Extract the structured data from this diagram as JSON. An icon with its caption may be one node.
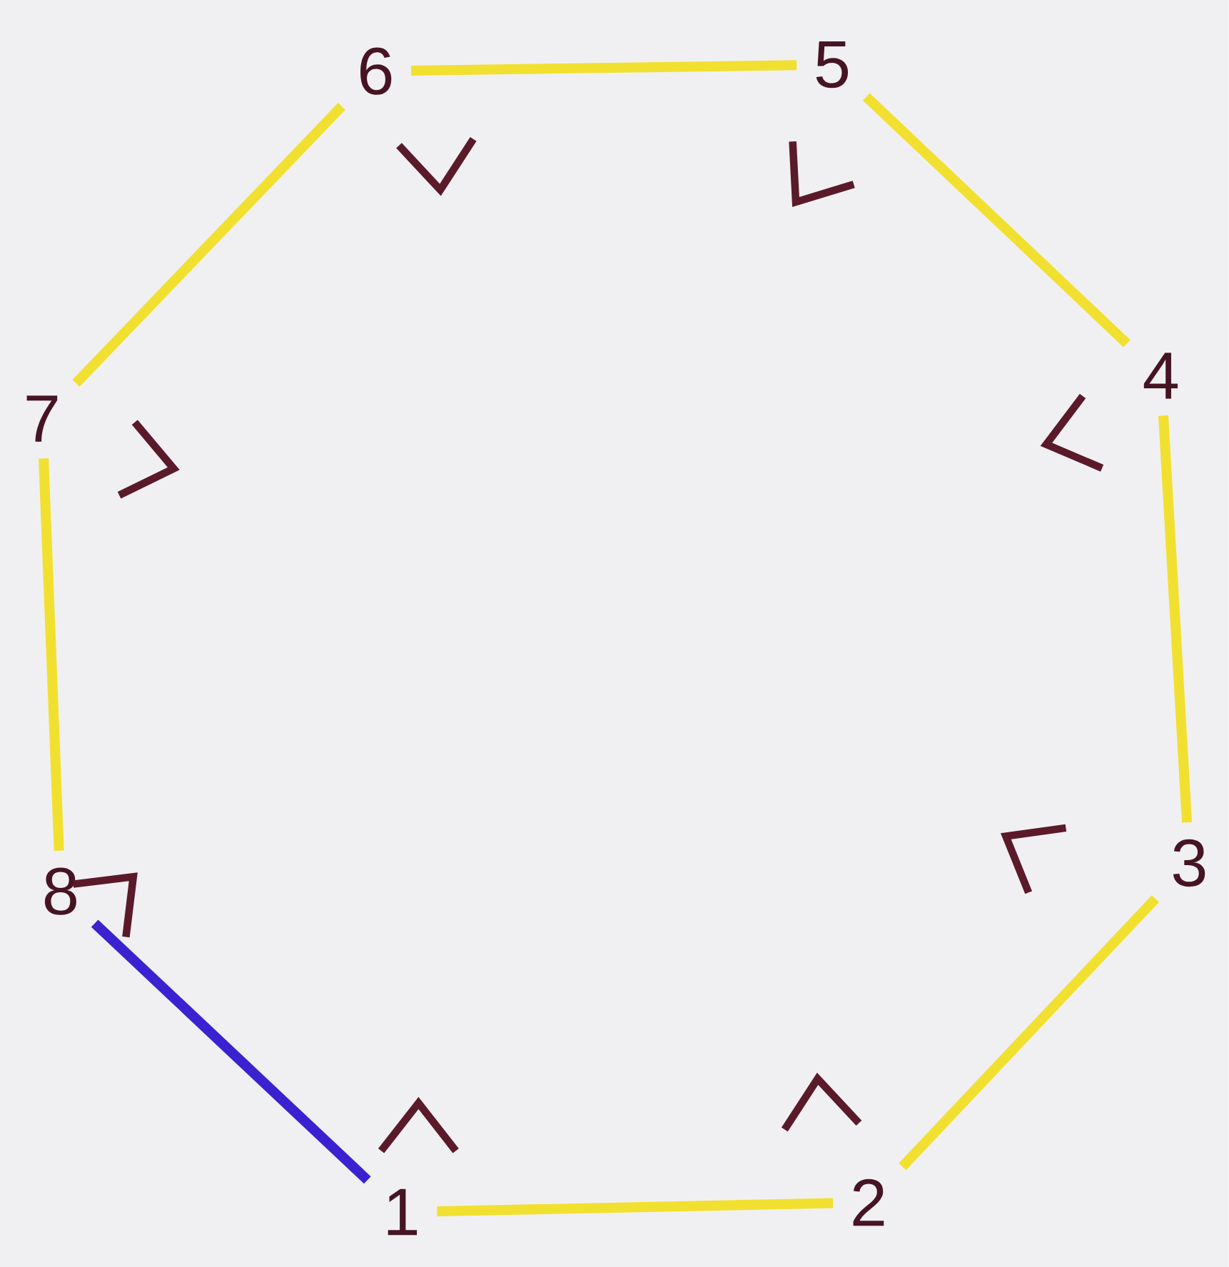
{
  "diagram": {
    "nodes": [
      {
        "text": [
          "1"
        ]
      },
      {
        "text": [
          "2"
        ]
      },
      {
        "text": [
          "3"
        ]
      },
      {
        "text": [
          "4"
        ]
      },
      {
        "text": [
          "5"
        ]
      },
      {
        "text": [
          "6"
        ]
      },
      {
        "text": [
          "7"
        ]
      },
      {
        "text": [
          "8"
        ]
      }
    ],
    "edges": [
      {
        "from": 0,
        "to": 1,
        "arrow": "none"
      },
      {
        "from": 1,
        "to": 2,
        "arrow": "none"
      },
      {
        "from": 2,
        "to": 3,
        "arrow": "none"
      },
      {
        "from": 3,
        "to": 4,
        "arrow": "none"
      },
      {
        "from": 4,
        "to": 5,
        "arrow": "none"
      },
      {
        "from": 5,
        "to": 6,
        "arrow": "none"
      },
      {
        "from": 6,
        "to": 7,
        "arrow": "none"
      },
      {
        "from": 7,
        "to": 0,
        "arrow": "none",
        "color": "#3a22d0"
      }
    ]
  }
}
